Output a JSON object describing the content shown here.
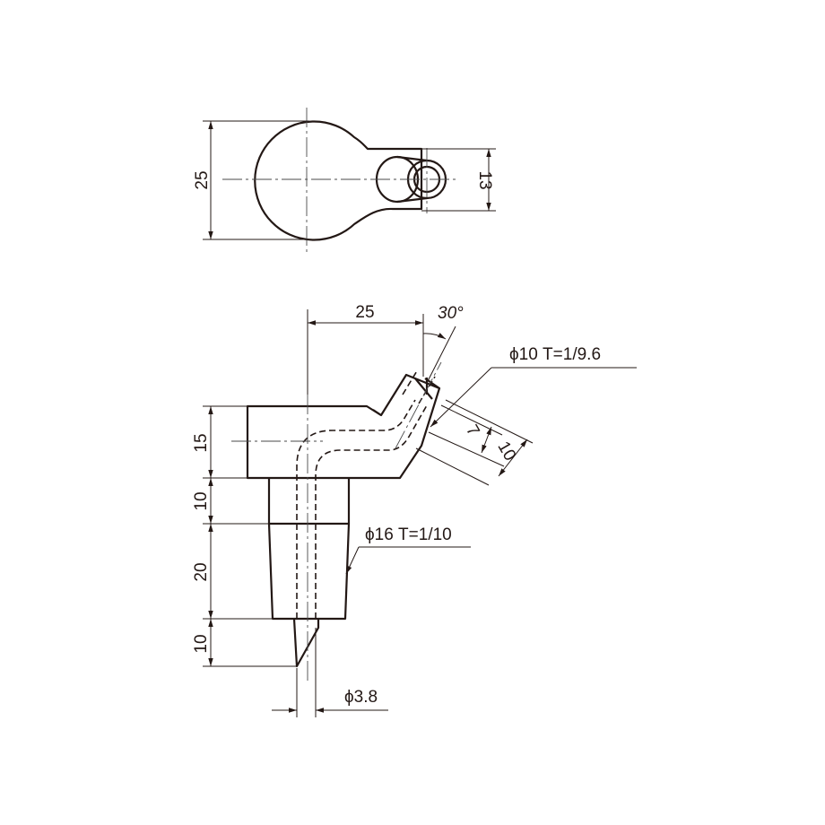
{
  "top_view": {
    "dim_height": "25",
    "dim_nozzle": "13"
  },
  "front_view": {
    "dim_offset": "25",
    "dim_angle": "30°",
    "dim_nozzle_taper": "ϕ10 T=1/9.6",
    "dim_nozzle_inner": "7",
    "dim_nozzle_outer": "10",
    "dim_body_height": "15",
    "dim_collar": "10",
    "dim_taper_length": "20",
    "dim_tip_length": "10",
    "dim_shank_taper": "ϕ16 T=1/10",
    "dim_bore": "ϕ3.8"
  }
}
